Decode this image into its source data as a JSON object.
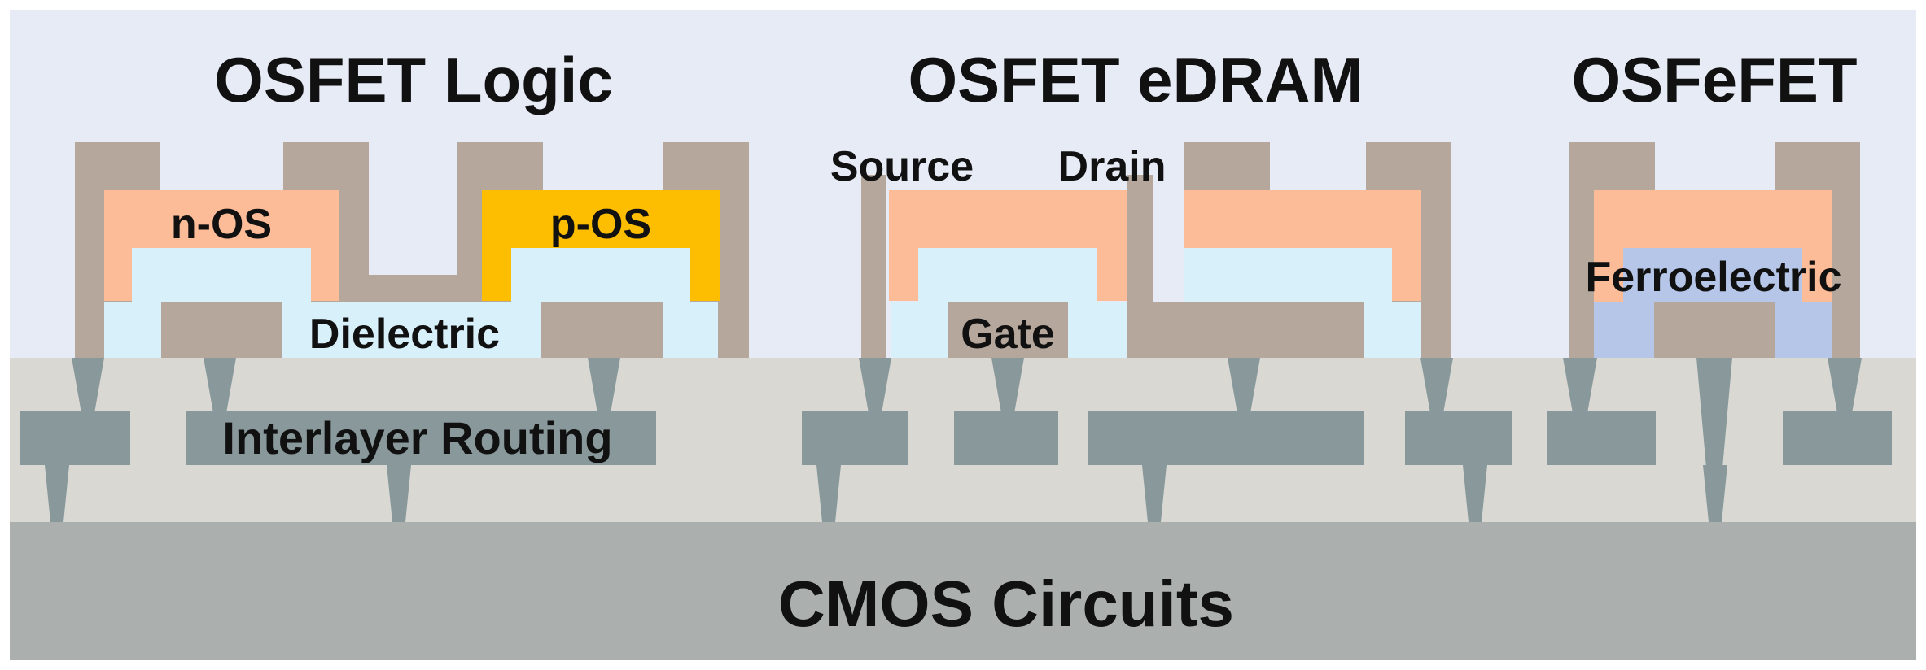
{
  "titles": {
    "logic": "OSFET Logic",
    "edram": "OSFET eDRAM",
    "fefet": "OSFeFET"
  },
  "labels": {
    "n_os": "n-OS",
    "p_os": "p-OS",
    "dielectric": "Dielectric",
    "source": "Source",
    "drain": "Drain",
    "gate": "Gate",
    "ferroelectric": "Ferroelectric",
    "routing": "Interlayer Routing",
    "cmos": "CMOS Circuits"
  },
  "colors": {
    "background_top": "#e7ebf6",
    "interlayer": "#d9d8d2",
    "cmos": "#abb0ae",
    "metal": "#b5a79b",
    "n_os": "#fdbc98",
    "p_os": "#fdbd00",
    "dielectric": "#d8f0fa",
    "ferroelectric": "#b6c6e8",
    "routing": "#88989b"
  }
}
